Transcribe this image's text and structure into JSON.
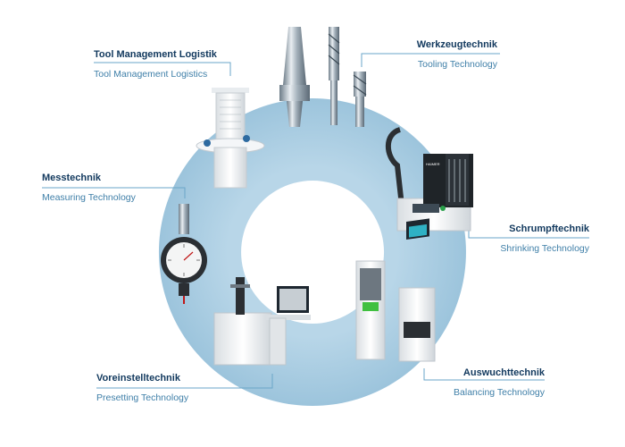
{
  "colors": {
    "ring": "#a9cce0",
    "label_heading": "#12395e",
    "label_sub": "#3f7fa8",
    "leader_line": "#6aa6c8"
  },
  "categories": [
    {
      "id": "tool-management",
      "de": "Tool Management Logistik",
      "en": "Tool Management Logistics",
      "icon": "tool-cabinet-icon"
    },
    {
      "id": "tooling",
      "de": "Werkzeugtechnik",
      "en": "Tooling Technology",
      "icon": "tool-holder-and-cutters-icon"
    },
    {
      "id": "measuring",
      "de": "Messtechnik",
      "en": "Measuring Technology",
      "icon": "dial-gauge-icon"
    },
    {
      "id": "shrinking",
      "de": "Schrumpftechnik",
      "en": "Shrinking Technology",
      "icon": "shrink-fit-machine-icon"
    },
    {
      "id": "presetting",
      "de": "Voreinstelltechnik",
      "en": "Presetting Technology",
      "icon": "presetting-device-icon"
    },
    {
      "id": "balancing",
      "de": "Auswuchttechnik",
      "en": "Balancing Technology",
      "icon": "balancing-machine-icon"
    }
  ],
  "device_text": {
    "shrink_brand": "HAIMER"
  }
}
